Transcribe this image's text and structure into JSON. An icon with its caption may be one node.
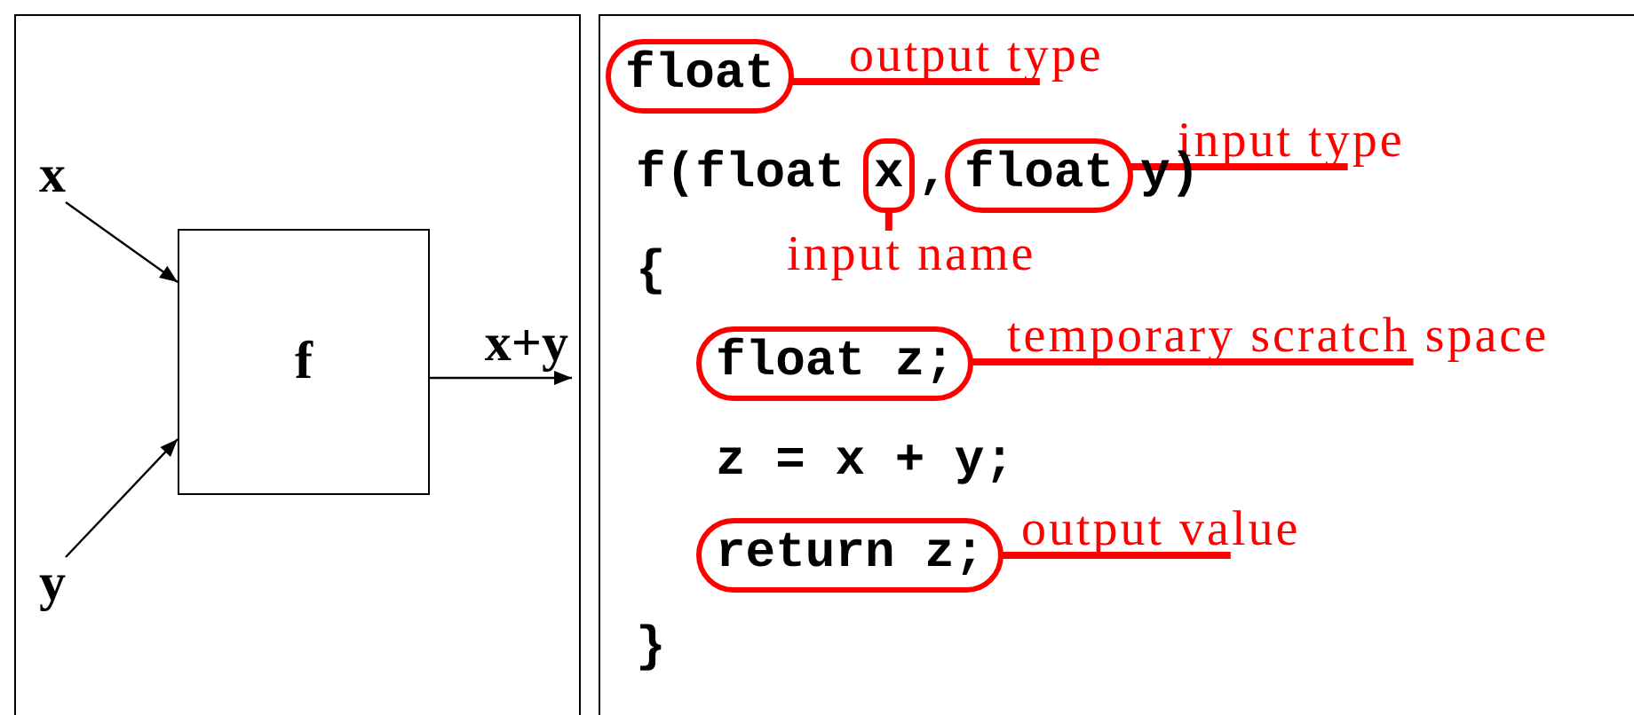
{
  "diagram": {
    "nodes": [
      {
        "text": [
          "x"
        ]
      },
      {
        "text": [
          "f"
        ]
      },
      {
        "text": [
          "y"
        ]
      },
      {
        "text": [
          "float"
        ]
      },
      {
        "text": [
          "output type"
        ]
      },
      {
        "text": [
          "x"
        ]
      },
      {
        "text": [
          "float"
        ]
      },
      {
        "text": [
          "input type"
        ]
      },
      {
        "text": [
          "input name"
        ]
      },
      {
        "text": [
          "float z;"
        ]
      },
      {
        "text": [
          "temporary scratch space"
        ]
      },
      {
        "text": [
          "return z;"
        ]
      },
      {
        "text": [
          "output value"
        ]
      }
    ],
    "edges": [
      {
        "from": 0,
        "to": 1,
        "arrow": "to",
        "color": "#000000"
      },
      {
        "from": 2,
        "to": 1,
        "arrow": "to",
        "color": "#000000"
      },
      {
        "from": 1,
        "to": null,
        "arrow": "to",
        "label": "x+y",
        "color": "#000000"
      },
      {
        "from": 4,
        "to": 3,
        "arrow": "none"
      },
      {
        "from": 7,
        "to": 6,
        "arrow": "none"
      },
      {
        "from": 8,
        "to": 5,
        "arrow": "none"
      },
      {
        "from": 10,
        "to": 9,
        "arrow": "none"
      },
      {
        "from": 12,
        "to": 11,
        "arrow": "none"
      }
    ],
    "labels": [
      "f(float",
      ",",
      "y)",
      "{",
      "z = x + y;",
      "}"
    ]
  }
}
